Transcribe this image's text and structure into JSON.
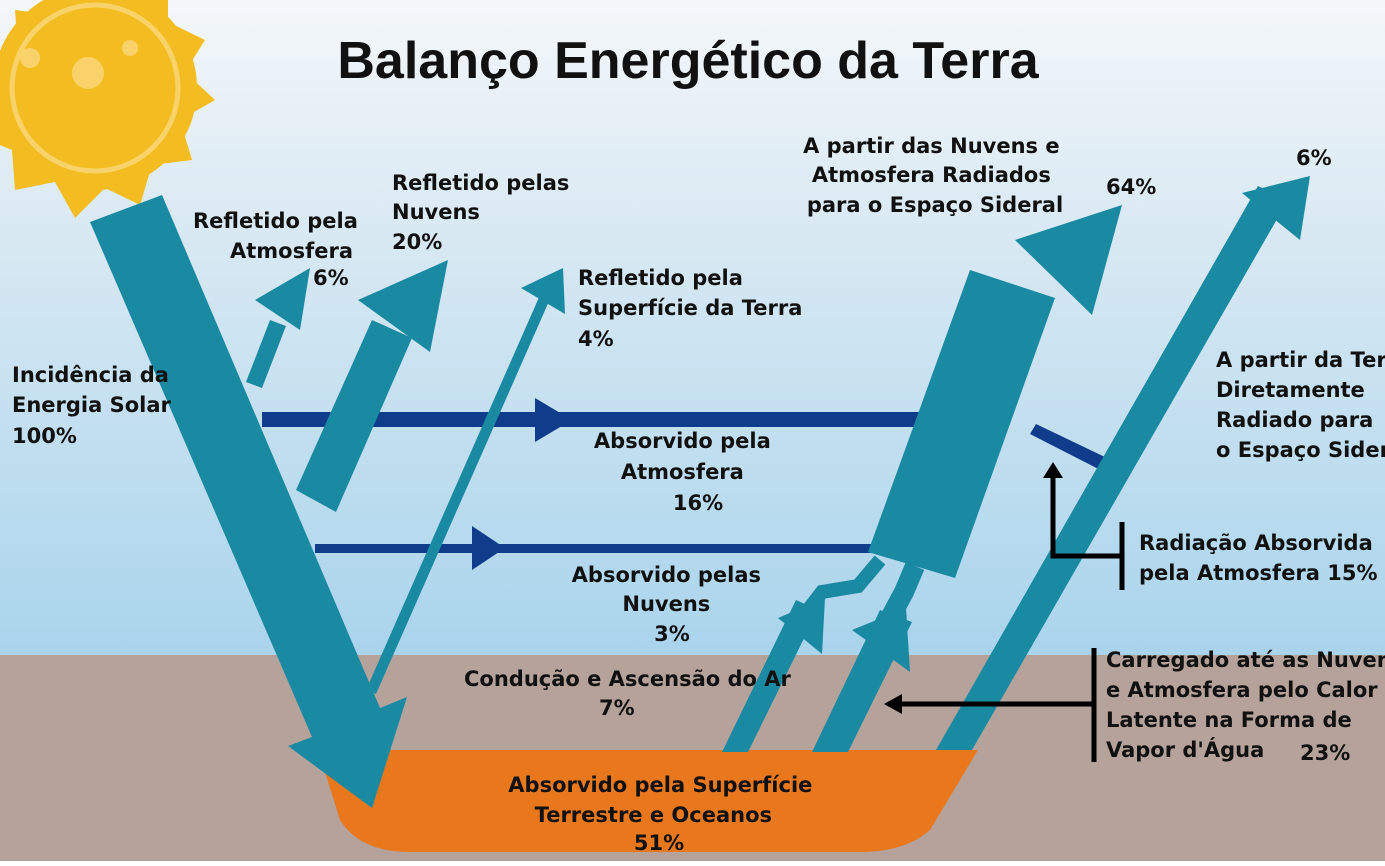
{
  "title": "Balanço Energético da Terra",
  "colors": {
    "sky_top": "#f4f7fa",
    "sky_bottom": "#a9d4ec",
    "ground": "#b5a29b",
    "surface": "#e9781c",
    "arrow_teal": "#1a8aa3",
    "arrow_navy": "#0f3d8c",
    "sun": "#f3bd21",
    "sun_inner": "#f9d36a"
  },
  "labels": {
    "incidence": [
      "Incidência da",
      "Energia Solar",
      "100%"
    ],
    "reflected_atmosphere": [
      "Refletido pela",
      "Atmosfera",
      "6%"
    ],
    "reflected_clouds": [
      "Refletido pelas",
      "Nuvens",
      "20%"
    ],
    "reflected_surface": [
      "Refletido pela",
      "Superfície da Terra",
      "4%"
    ],
    "absorbed_atmosphere": [
      "Absorvido pela",
      "Atmosfera",
      "16%"
    ],
    "absorbed_clouds": [
      "Absorvido pelas",
      "Nuvens",
      "3%"
    ],
    "conduction": [
      "Condução e Ascensão do Ar",
      "7%"
    ],
    "surface_absorbed": [
      "Absorvido pela Superfície",
      "Terrestre e Oceanos",
      "51%"
    ],
    "radiated_clouds": [
      "A partir das Nuvens e",
      "Atmosfera Radiados",
      "para o Espaço Sideral"
    ],
    "radiated_clouds_pct": "64%",
    "radiated_earth_pct": "6%",
    "radiated_earth": [
      "A partir da Terra",
      "Diretamente",
      "Radiado para",
      "o Espaço Sideral"
    ],
    "radiation_absorbed": [
      "Radiação Absorvida",
      "pela Atmosfera  15%"
    ],
    "latent_heat": [
      "Carregado até as Nuvens",
      "e Atmosfera pelo  Calor",
      "Latente na Forma de",
      "Vapor d'Água"
    ],
    "latent_heat_pct": "23%"
  }
}
